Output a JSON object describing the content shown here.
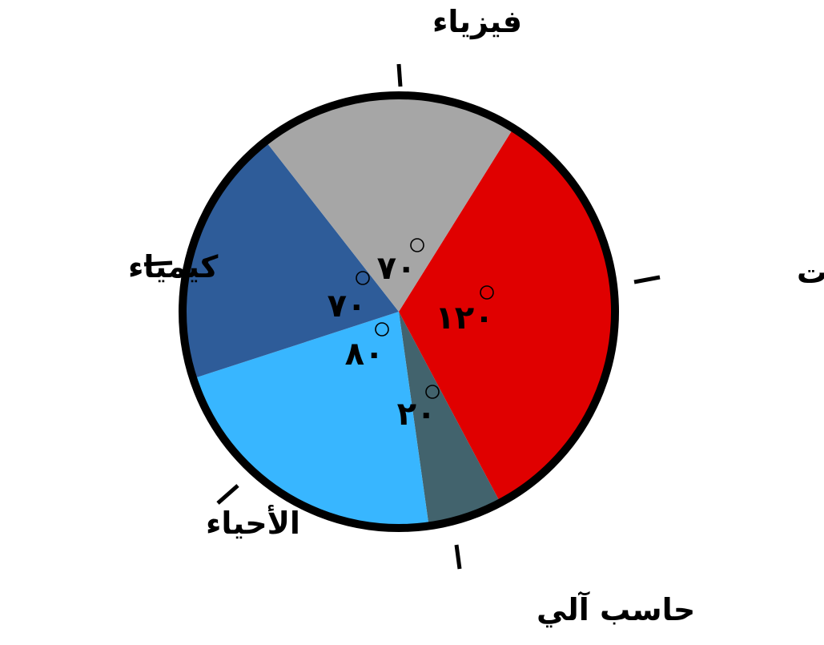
{
  "chart_data": {
    "type": "pie",
    "unit_symbol": "°",
    "slices": [
      {
        "category": "رياضيات",
        "value": 120,
        "value_label": "١٢٠",
        "color": "#e00000"
      },
      {
        "category": "حاسب آلي",
        "value": 20,
        "value_label": "٢٠",
        "color": "#42636d"
      },
      {
        "category": "الأحياء",
        "value": 80,
        "value_label": "٨٠",
        "color": "#38b6ff"
      },
      {
        "category": "كيمياء",
        "value": 70,
        "value_label": "٧٠",
        "color": "#2e5c99"
      },
      {
        "category": "فيزياء",
        "value": 70,
        "value_label": "٧٠",
        "color": "#a6a6a6"
      }
    ],
    "outline_color": "#000000"
  }
}
